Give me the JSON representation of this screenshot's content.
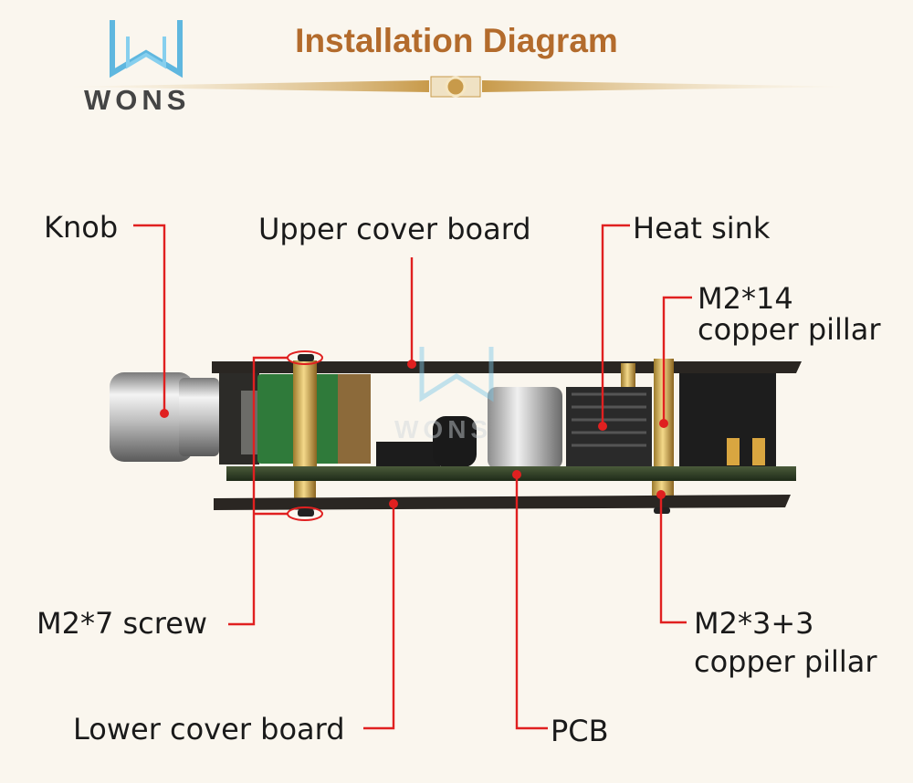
{
  "header": {
    "brand": "WONS",
    "title": "Installation Diagram"
  },
  "labels": {
    "knob": "Knob",
    "upper_cover_board": "Upper cover board",
    "heat_sink": "Heat sink",
    "m2_14_line1": "M2*14",
    "m2_14_line2": "copper pillar",
    "m2_7_screw": "M2*7 screw",
    "m2_3_3_line1": "M2*3+3",
    "m2_3_3_line2": "copper pillar",
    "lower_cover_board": "Lower cover board",
    "pcb": "PCB"
  },
  "watermark": "WONS",
  "colors": {
    "background": "#faf6ee",
    "title": "#b36b2c",
    "leader": "#e02020",
    "gold": "#c89a4a"
  }
}
